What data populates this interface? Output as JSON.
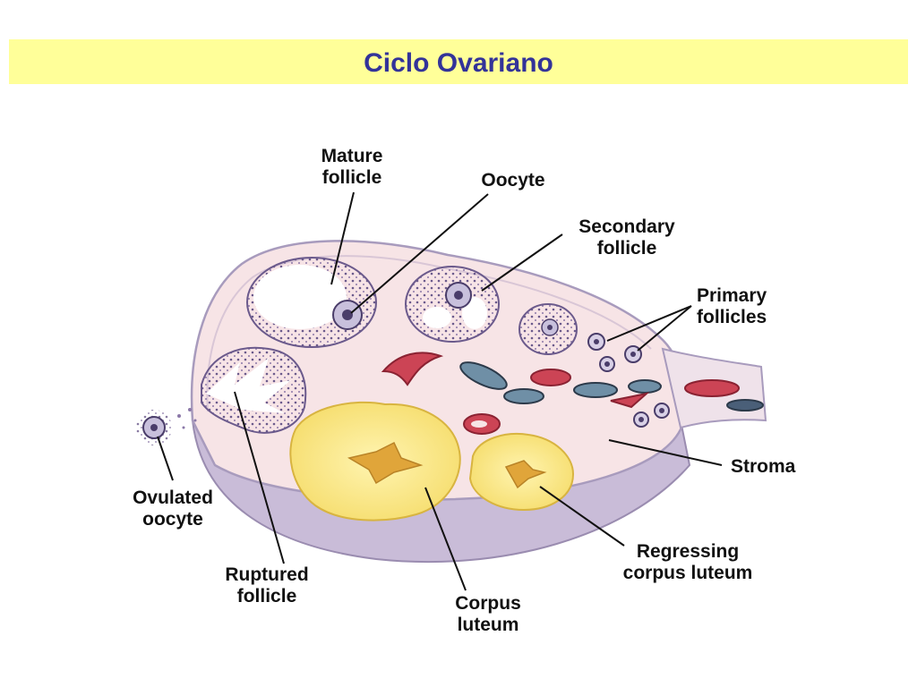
{
  "title": "Ciclo Ovariano",
  "labels": {
    "mature_follicle": [
      "Mature",
      "follicle"
    ],
    "oocyte": [
      "Oocyte"
    ],
    "secondary_follicle": [
      "Secondary",
      "follicle"
    ],
    "primary_follicles": [
      "Primary",
      "follicles"
    ],
    "stroma": [
      "Stroma"
    ],
    "regressing_corpus_luteum": [
      "Regressing",
      "corpus luteum"
    ],
    "corpus_luteum": [
      "Corpus",
      "luteum"
    ],
    "ruptured_follicle": [
      "Ruptured",
      "follicle"
    ],
    "ovulated_oocyte": [
      "Ovulated",
      "oocyte"
    ]
  },
  "colors": {
    "title_bar": "#ffff99",
    "title_text": "#333399",
    "ovary_cortex": "#f7e4e6",
    "ovary_shadow": "#c9bcd8",
    "corpus_luteum": "#fbef9a",
    "blood_vessel_red": "#cc4455",
    "blood_vessel_blue": "#6f8fa6"
  }
}
